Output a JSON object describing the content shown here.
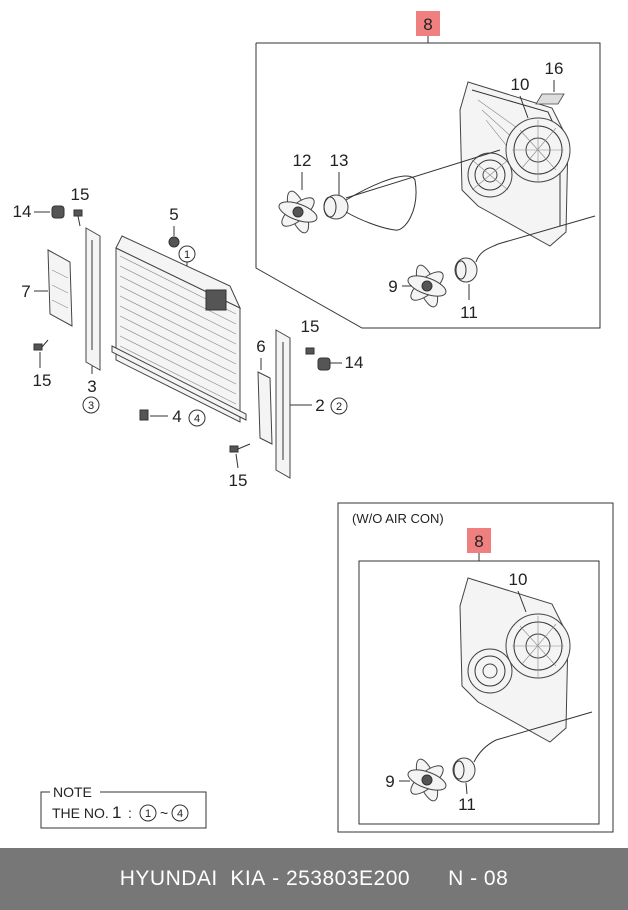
{
  "callouts": {
    "c8_top": "8",
    "c16": "16",
    "c10_top": "10",
    "c12": "12",
    "c13": "13",
    "c9_top": "9",
    "c11_top": "11",
    "c14_left": "14",
    "c15_top": "15",
    "c5": "5",
    "c1_circled": "1",
    "c7": "7",
    "c15_left": "15",
    "c3": "3",
    "c3_circled": "3",
    "c4": "4",
    "c4_circled": "4",
    "c6": "6",
    "c15_right": "15",
    "c14_right": "14",
    "c2": "2",
    "c2_circled": "2",
    "c15_bottom": "15",
    "c8_bottom": "8",
    "c10_bottom": "10",
    "c9_bottom": "9",
    "c11_bottom": "11"
  },
  "variant_label": "(W/O AIR CON)",
  "note": {
    "title": "NOTE",
    "prefix": "THE NO.",
    "number": "1",
    "colon": ":",
    "range_start": "1",
    "tilde": "~",
    "range_end": "4"
  },
  "footer": {
    "brand": "HYUNDAI  KIA",
    "sep1": " - ",
    "part_number": "253803E200",
    "page": "N - 08"
  },
  "colors": {
    "highlight": "#f08080",
    "footer_bg": "#777777",
    "footer_text": "#ffffff"
  }
}
